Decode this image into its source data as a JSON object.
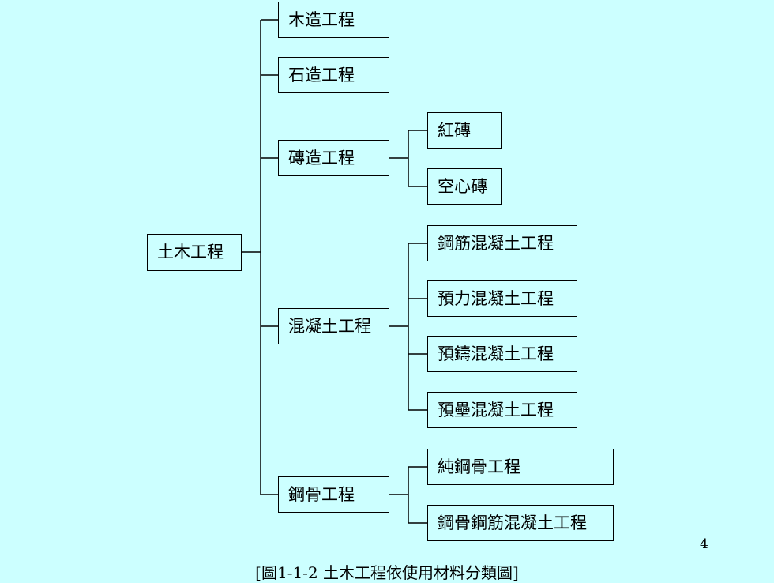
{
  "diagram": {
    "root": "土木工程",
    "categories": [
      {
        "label": "木造工程",
        "children": []
      },
      {
        "label": "石造工程",
        "children": []
      },
      {
        "label": "磚造工程",
        "children": [
          "紅磚",
          "空心磚"
        ]
      },
      {
        "label": "混凝土工程",
        "children": [
          "鋼筋混凝土工程",
          "預力混凝土工程",
          "預鑄混凝土工程",
          "預壘混凝土工程"
        ]
      },
      {
        "label": "鋼骨工程",
        "children": [
          "純鋼骨工程",
          "鋼骨鋼筋混凝土工程"
        ]
      }
    ]
  },
  "page_number": "4",
  "caption": "[圖1-1-2  土木工程依使用材料分類圖]"
}
